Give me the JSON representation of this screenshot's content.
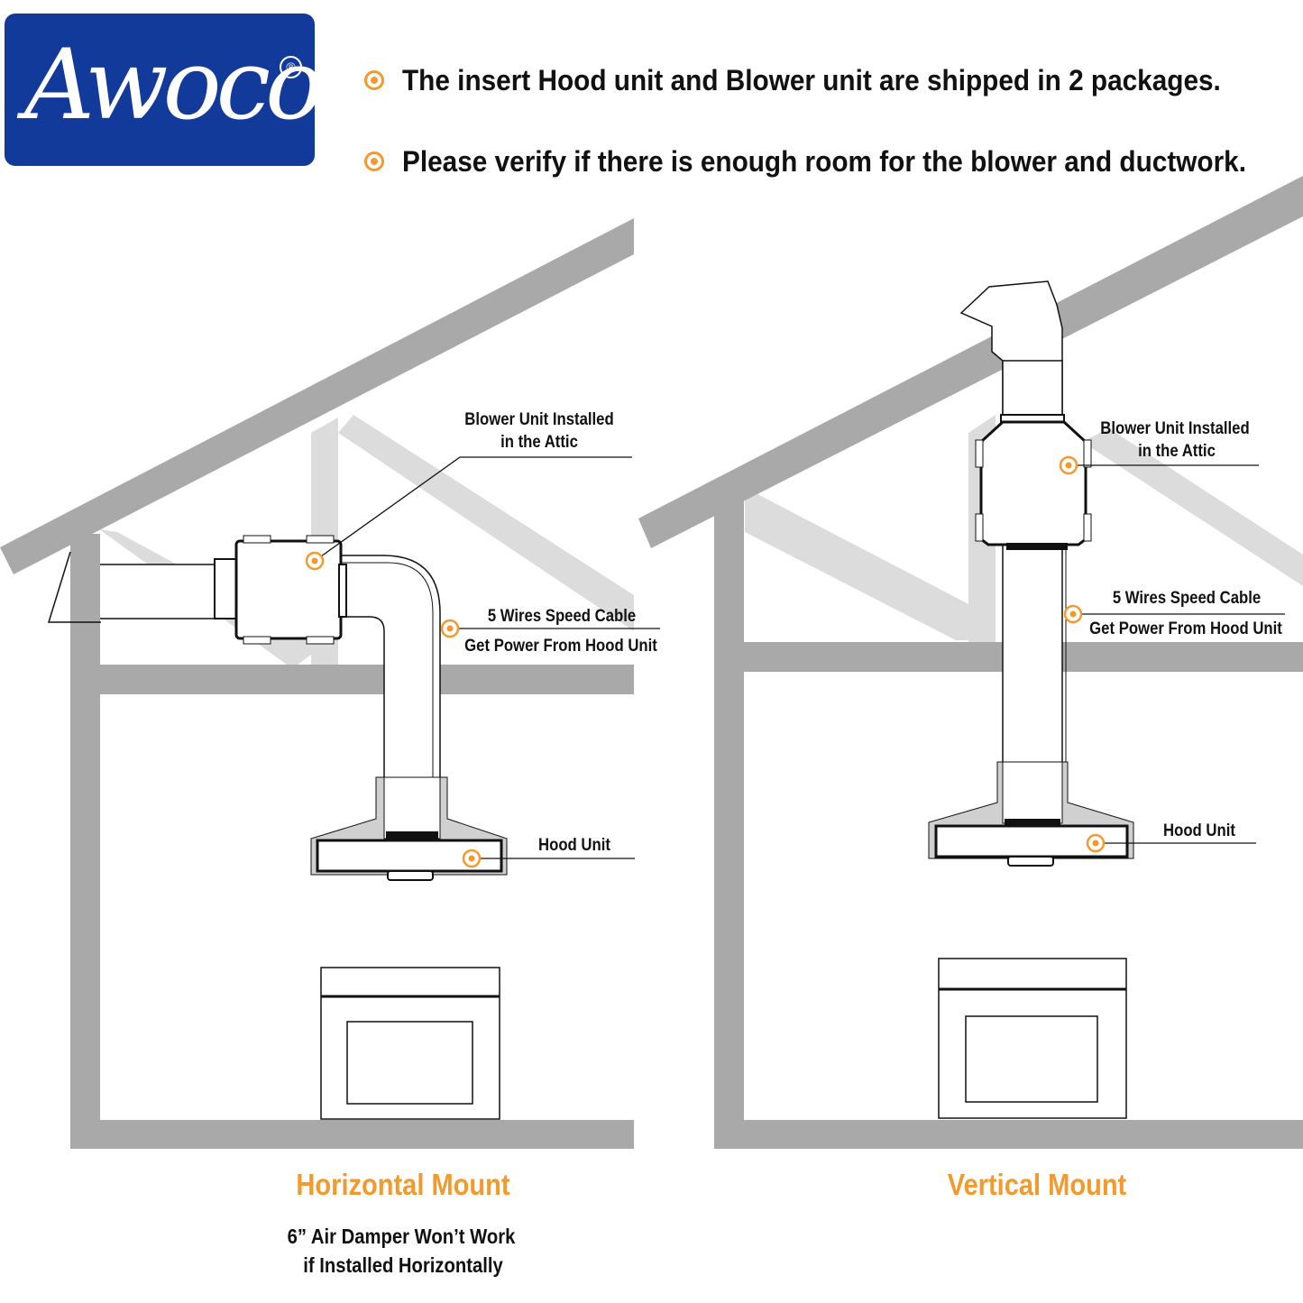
{
  "brand": {
    "name": "Awoco",
    "registered_mark": "®",
    "badge_color": "#123a9a"
  },
  "colors": {
    "accent": "#f29a2e",
    "wall": "#a9a9a9",
    "truss": "#dcdcdc",
    "line": "#111111"
  },
  "bullets": [
    "The insert Hood unit and Blower unit are shipped in 2 packages.",
    "Please verify if there is enough room for the blower and ductwork."
  ],
  "horizontal": {
    "caption": "Horizontal Mount",
    "blower_label_1": "Blower Unit Installed",
    "blower_label_2": "in the Attic",
    "cable_label_1": "5 Wires Speed Cable",
    "cable_label_2": "Get Power From Hood Unit",
    "hood_label": "Hood Unit",
    "note_1": "6” Air Damper Won’t Work",
    "note_2": "if Installed Horizontally"
  },
  "vertical": {
    "caption": "Vertical Mount",
    "blower_label_1": "Blower Unit Installed",
    "blower_label_2": "in the Attic",
    "cable_label_1": "5 Wires Speed Cable",
    "cable_label_2": "Get Power From Hood Unit",
    "hood_label": "Hood Unit"
  }
}
